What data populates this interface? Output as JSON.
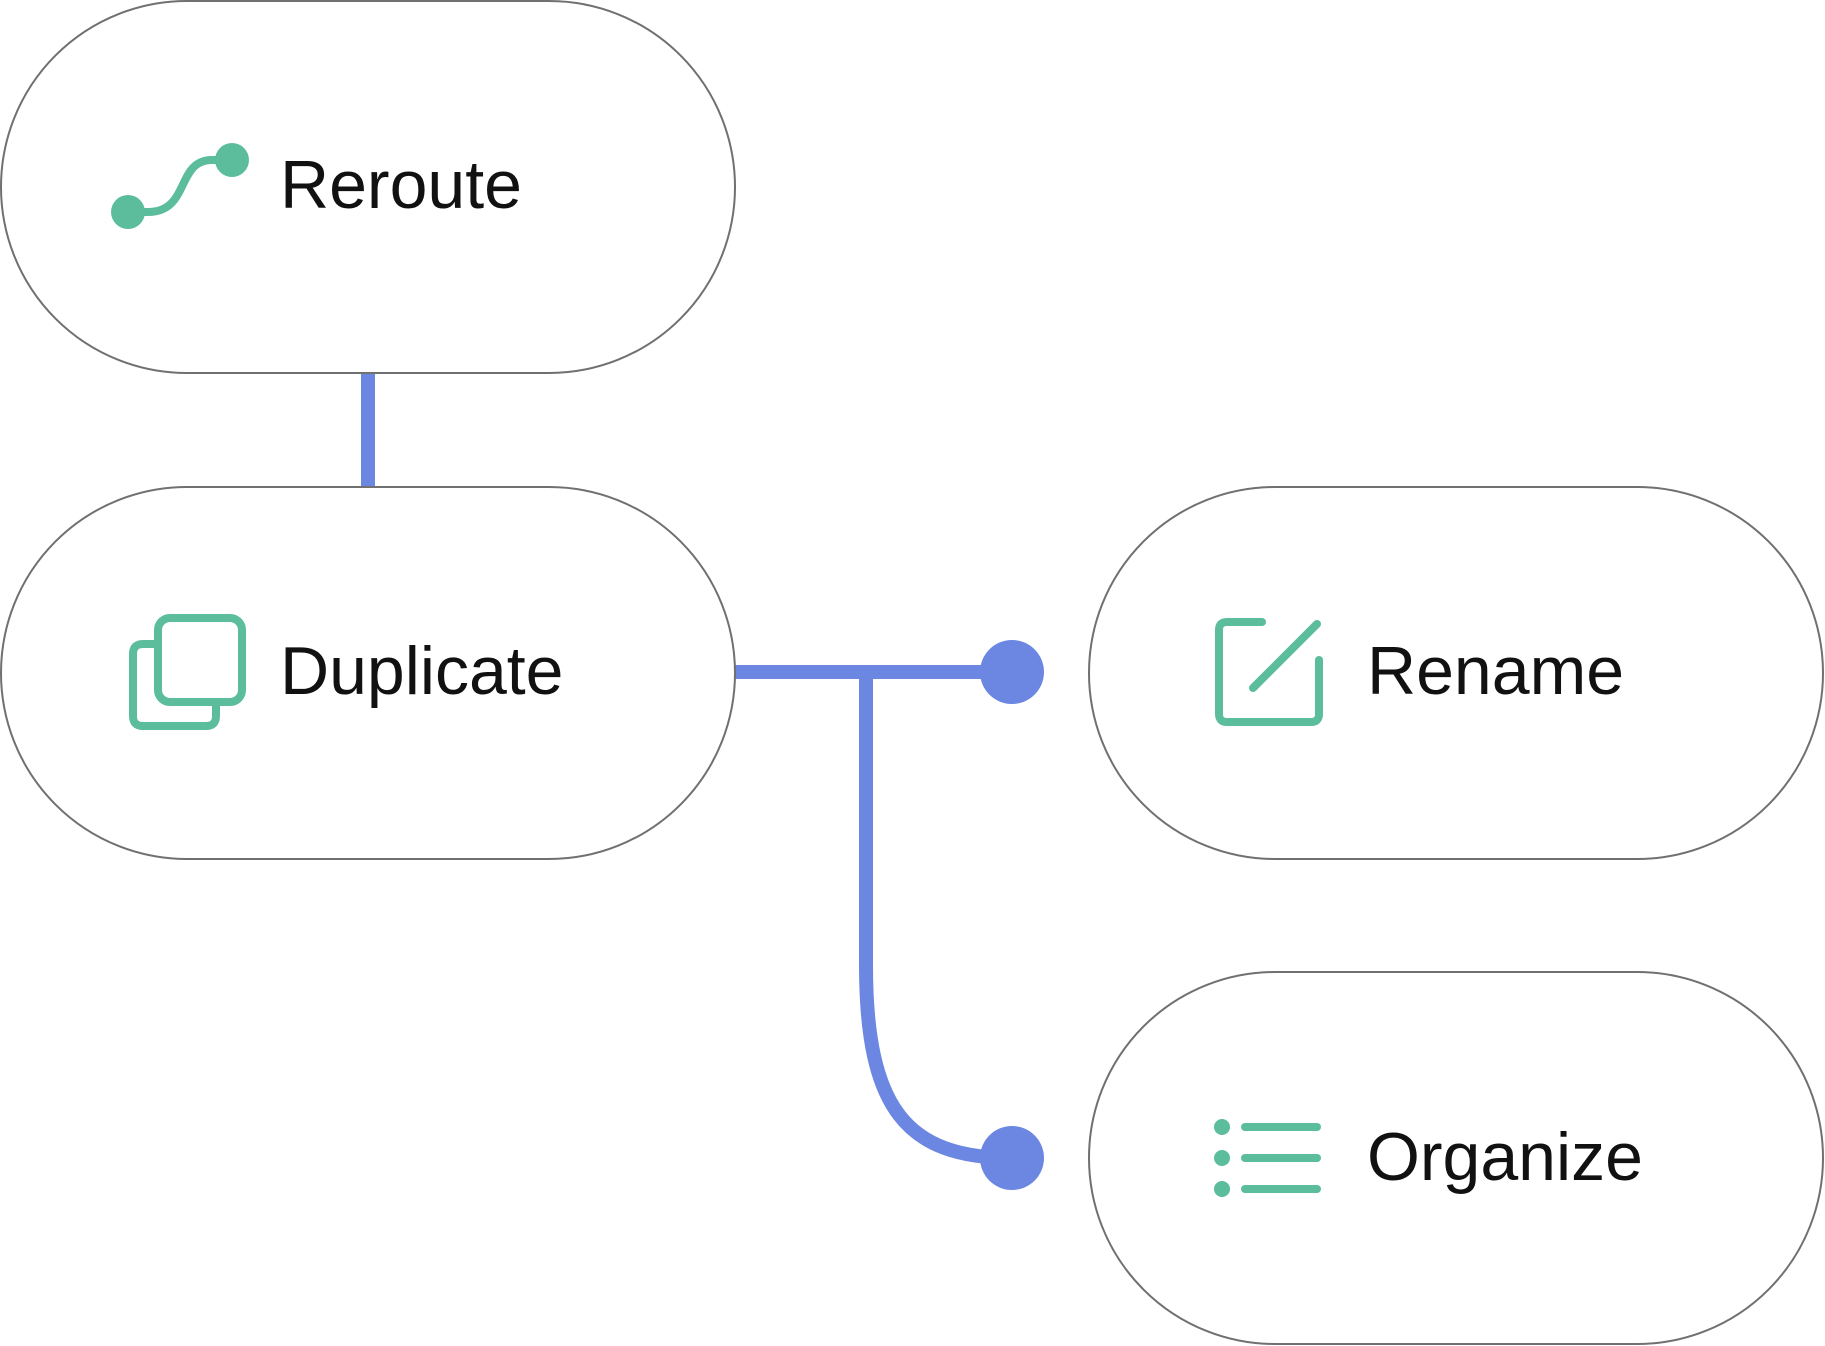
{
  "colors": {
    "connector": "#6C87E2",
    "icon": "#5BBD9B",
    "node_border": "#707070",
    "text": "#111111"
  },
  "nodes": {
    "reroute": {
      "label": "Reroute",
      "icon": "route-icon"
    },
    "duplicate": {
      "label": "Duplicate",
      "icon": "duplicate-icon"
    },
    "rename": {
      "label": "Rename",
      "icon": "edit-icon"
    },
    "organize": {
      "label": "Organize",
      "icon": "list-icon"
    }
  },
  "edges": [
    {
      "from": "reroute",
      "to": "duplicate"
    },
    {
      "from": "duplicate",
      "to": "rename"
    },
    {
      "from": "duplicate",
      "to": "organize"
    }
  ]
}
